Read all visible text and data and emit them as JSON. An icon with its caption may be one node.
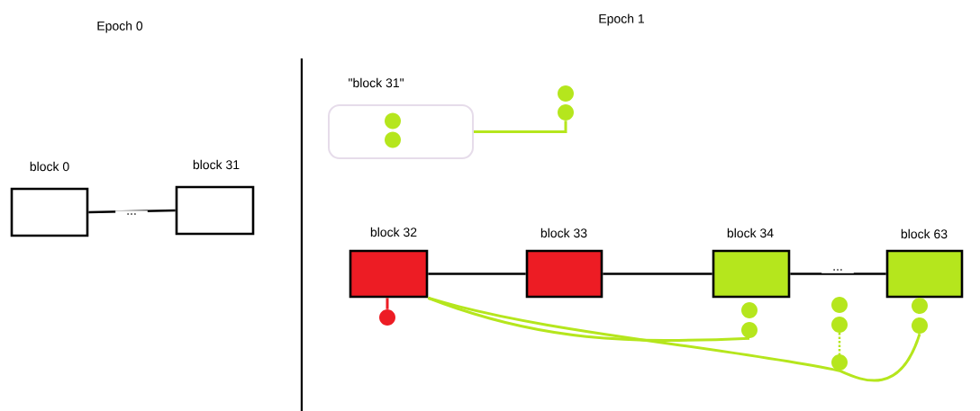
{
  "diagram": {
    "nodes": [
      {
        "text": [
          "block 0"
        ]
      },
      {
        "text": [
          "block 31"
        ]
      },
      {
        "text": [
          "\"block 31\""
        ]
      },
      {
        "text": [],
        "shape": "circle",
        "in": 2
      },
      {
        "text": [],
        "shape": "circle"
      },
      {
        "text": [
          "block 32"
        ]
      },
      {
        "text": [
          "block 33"
        ]
      },
      {
        "text": [
          "block 34"
        ]
      },
      {
        "text": [
          "block 63"
        ]
      },
      {
        "text": [],
        "shape": "circle"
      },
      {
        "text": [],
        "shape": "circle"
      },
      {
        "text": [],
        "shape": "circle"
      },
      {
        "text": [],
        "shape": "circle"
      }
    ],
    "edges": [
      {
        "from": 0,
        "to": 1,
        "arrow": "none",
        "label": "..."
      },
      {
        "from": 5,
        "to": 6,
        "arrow": "none"
      },
      {
        "from": 6,
        "to": 7,
        "arrow": "none"
      },
      {
        "from": 7,
        "to": 8,
        "arrow": "none",
        "label": "..."
      },
      {
        "from": 2,
        "to": 4,
        "arrow": "none",
        "color": "#b5e61d"
      },
      {
        "from": 5,
        "to": 9,
        "arrow": "none",
        "color": "#ed1c24"
      },
      {
        "from": 5,
        "to": 10,
        "arrow": "none",
        "color": "#b5e61d"
      },
      {
        "from": 5,
        "to": 11,
        "arrow": "none",
        "color": "#b5e61d"
      },
      {
        "from": 11,
        "to": 12,
        "arrow": "none",
        "color": "#b5e61d"
      }
    ],
    "labels": [
      "Epoch 0",
      "Epoch 1"
    ]
  }
}
